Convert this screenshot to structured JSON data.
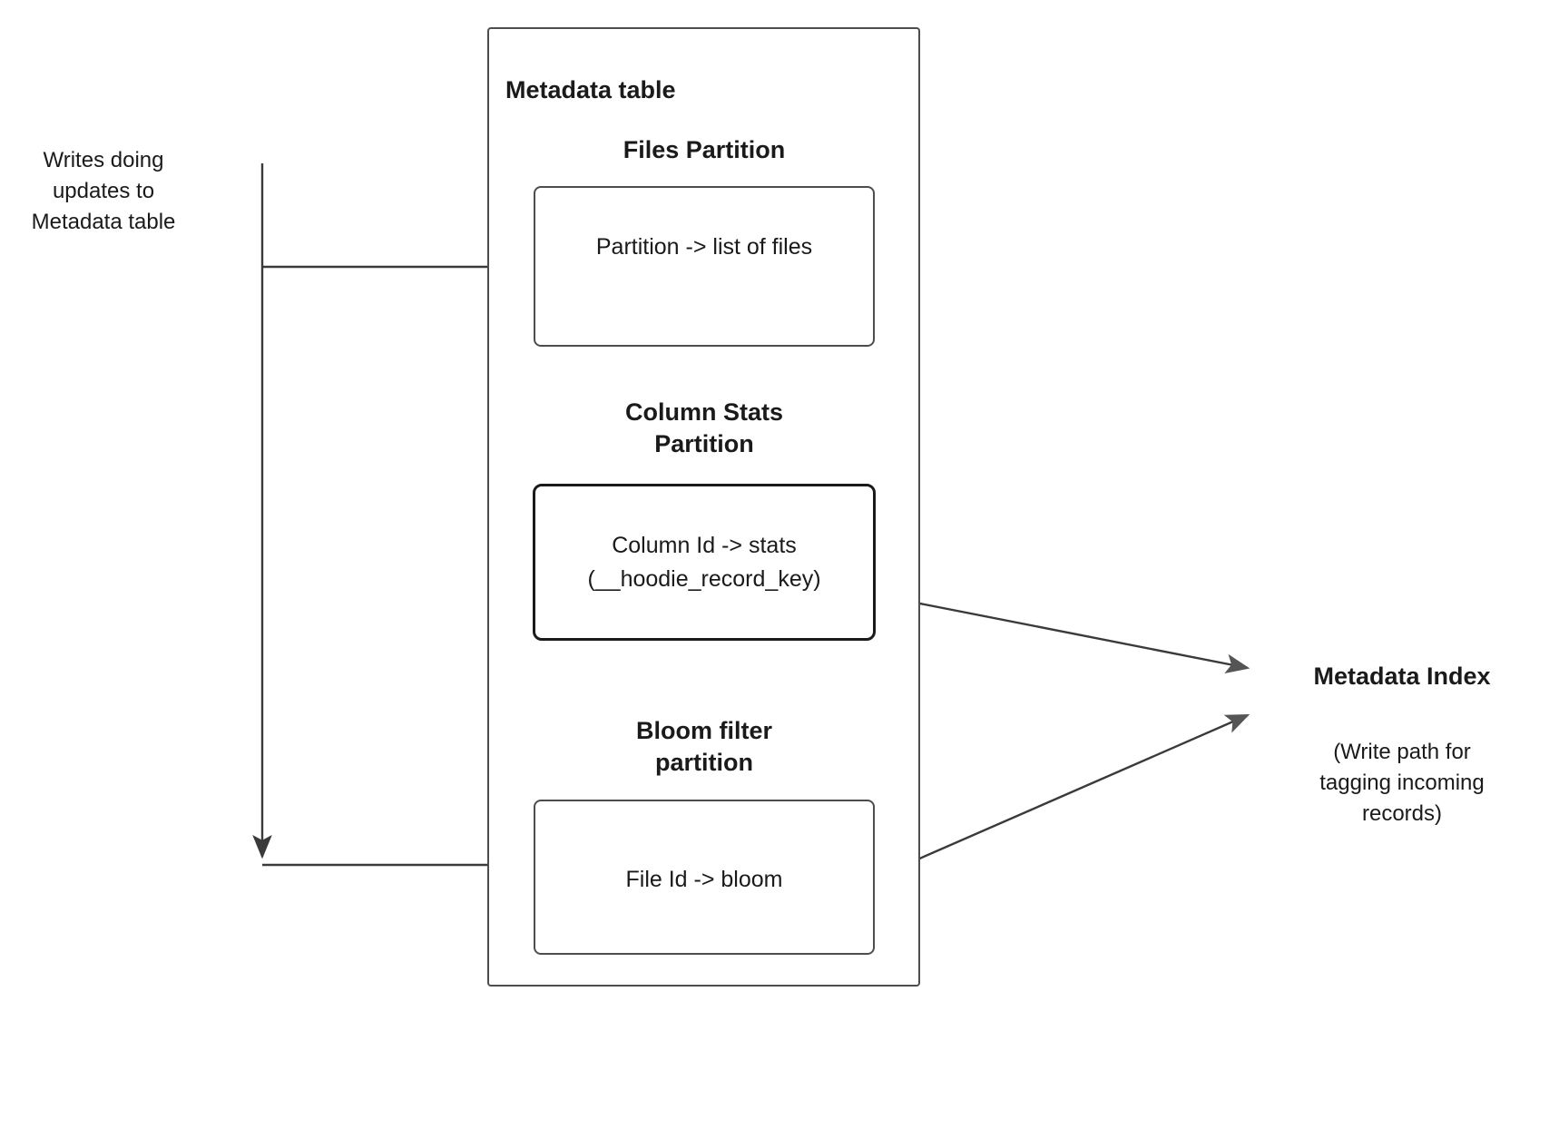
{
  "diagram": {
    "title": "Metadata table",
    "outer_box": {
      "label": "Metadata table"
    },
    "writes_label": "Writes doing\nupdates to\nMetadata table",
    "partitions": [
      {
        "name": "files",
        "title": "Files Partition",
        "box_text": "Partition -> list of files"
      },
      {
        "name": "column-stats",
        "title": "Column Stats\nPartition",
        "box_text": "Column Id  -> stats\n(__hoodie_record_key)"
      },
      {
        "name": "bloom-filter",
        "title": "Bloom filter\npartition",
        "box_text": "File Id -> bloom"
      }
    ],
    "metadata_index": {
      "title": "Metadata Index",
      "subtitle": "(Write path for\ntagging incoming\nrecords)"
    },
    "colors": {
      "background": "#ffffff",
      "text": "#1a1a1a",
      "box_border": "#4d4d4d",
      "emphasis_border": "#1a1a1a",
      "connector": "#3a3a3a",
      "arrowhead": "#555555"
    }
  }
}
